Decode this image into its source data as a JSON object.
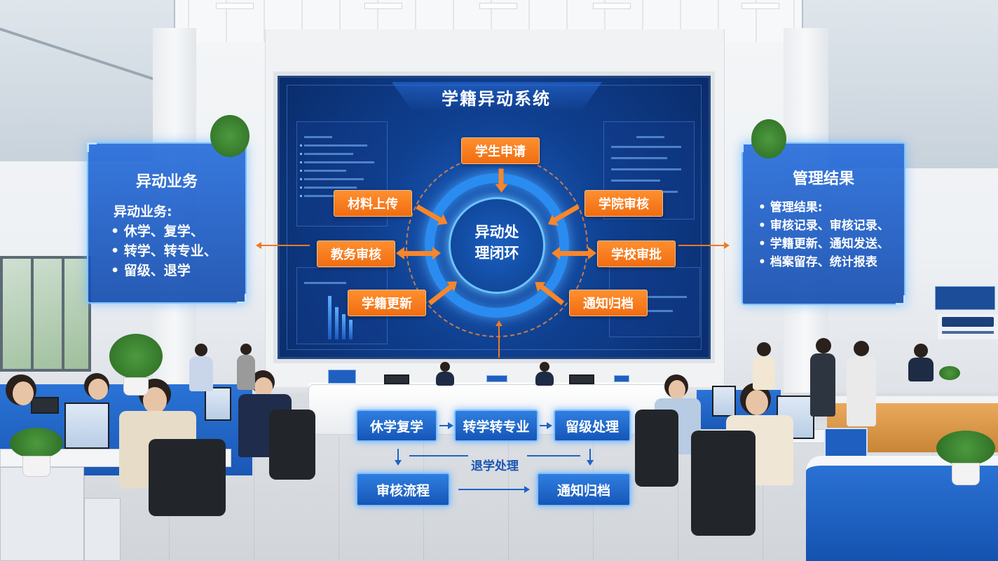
{
  "screen": {
    "title": "学籍异动系统",
    "center_label_line1": "异动处",
    "center_label_line2": "理闭环",
    "steps": {
      "student_apply": "学生申请",
      "material_upload": "材料上传",
      "college_review": "学院审核",
      "academic_review": "教务审核",
      "school_approve": "学校审批",
      "status_update": "学籍更新",
      "notify_archive": "通知归档"
    }
  },
  "left_panel": {
    "title": "异动业务",
    "lines": [
      "异动业务:",
      "• 休学、复学、",
      "• 转学、转专业、",
      "• 留级、退学"
    ]
  },
  "right_panel": {
    "title": "管理结果",
    "lines": [
      "• 管理结果:",
      "• 审核记录、审核记录、",
      "• 学籍更新、通知发送、",
      "• 档案留存、统计报表"
    ]
  },
  "floor_flow": {
    "suspend_resume": "休学复学",
    "transfer": "转学转专业",
    "repeat": "留级处理",
    "withdraw": "退学处理",
    "review_flow": "审核流程",
    "notify_archive": "通知归档"
  },
  "colors": {
    "screen_blue": "#0f3f8f",
    "step_orange": "#f06d12",
    "panel_blue": "#1656b8",
    "counter_white": "#ffffff"
  }
}
